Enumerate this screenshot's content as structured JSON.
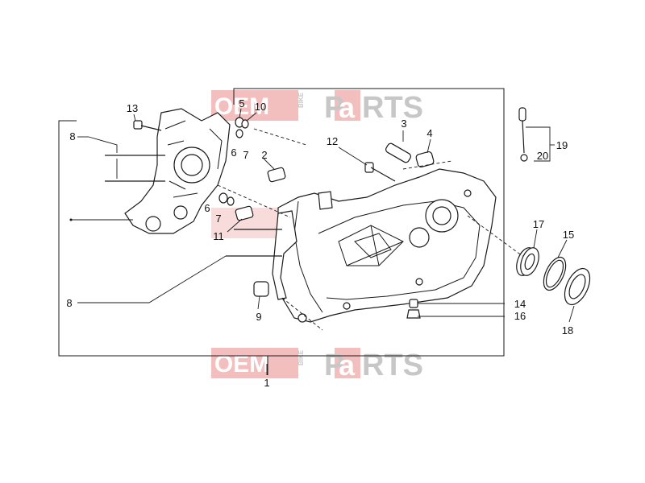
{
  "watermark": {
    "brand_left": "OEM",
    "brand_small": "BIKE",
    "brand_right_a": "P",
    "brand_right_b": "a",
    "brand_right_c": "RTS",
    "color_box": "#e88a8a",
    "color_text_grey": "#9a9a9a"
  },
  "callouts": {
    "c1": "1",
    "c2": "2",
    "c3": "3",
    "c4": "4",
    "c5": "5",
    "c6a": "6",
    "c6b": "6",
    "c7a": "7",
    "c7b": "7",
    "c8a": "8",
    "c8b": "8",
    "c9": "9",
    "c10": "10",
    "c11": "11",
    "c12": "12",
    "c13": "13",
    "c14": "14",
    "c15": "15",
    "c16": "16",
    "c17": "17",
    "c18": "18",
    "c19": "19",
    "c20": "20"
  }
}
